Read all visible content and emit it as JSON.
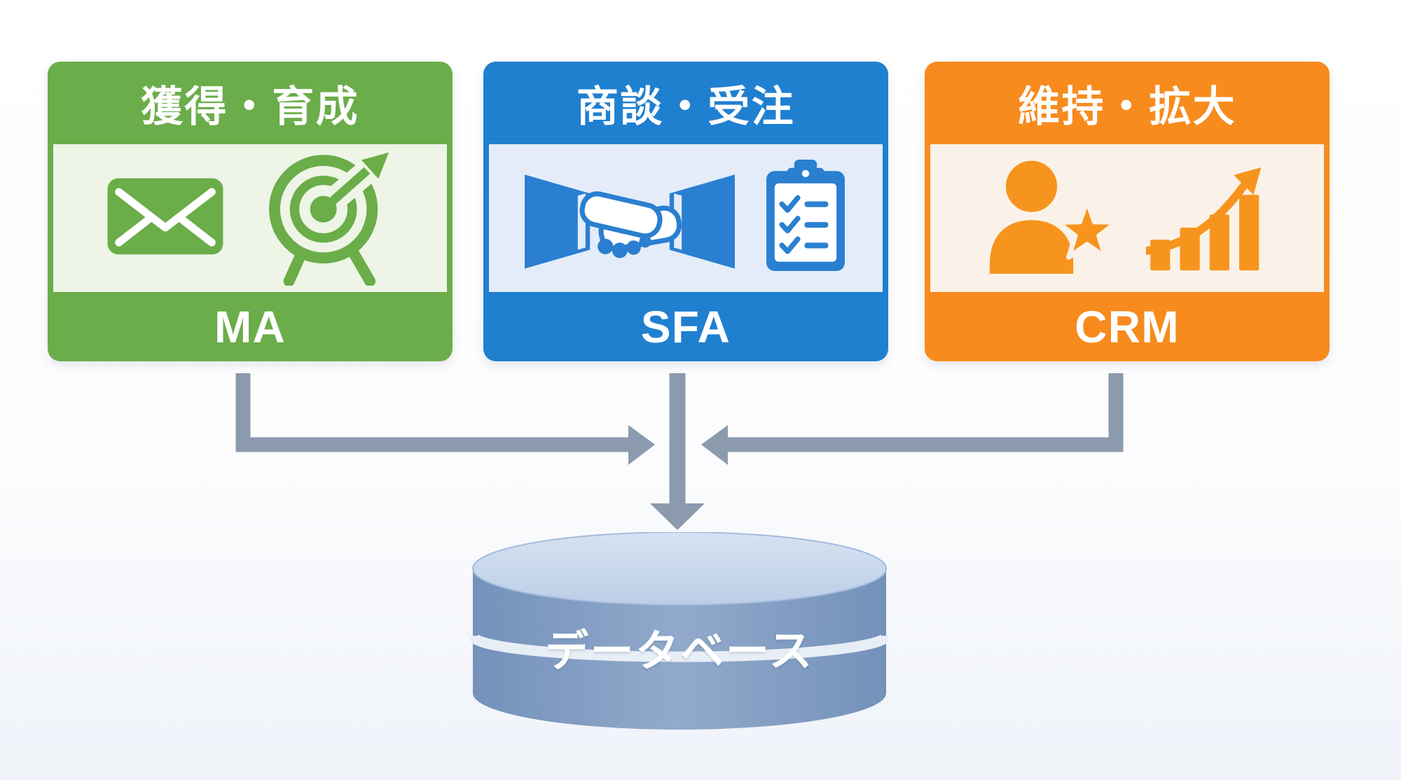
{
  "diagram": {
    "type": "flow-diagram",
    "boxes": [
      {
        "stage_label": "獲得・育成",
        "system_label": "MA",
        "accent_color": "#6bad4a",
        "panel_color": "#eef5e6",
        "icons": [
          "mail-icon",
          "target-arrow-icon"
        ]
      },
      {
        "stage_label": "商談・受注",
        "system_label": "SFA",
        "accent_color": "#2080d0",
        "panel_color": "#e3ecf8",
        "icons": [
          "handshake-icon",
          "clipboard-checklist-icon"
        ]
      },
      {
        "stage_label": "維持・拡大",
        "system_label": "CRM",
        "accent_color": "#f78b1e",
        "panel_color": "#faf2e8",
        "icons": [
          "person-star-icon",
          "growth-chart-icon"
        ]
      }
    ],
    "database": {
      "label": "データベース",
      "body_color": "#7e9ac2",
      "top_color": "#ccdbee",
      "stripe_color": "#e8eef6"
    },
    "arrow_color": "#8b9bad",
    "relationships": "MA, SFA and CRM all feed into the shared database"
  }
}
